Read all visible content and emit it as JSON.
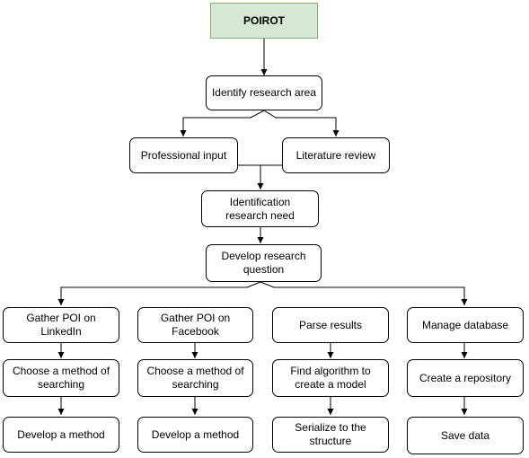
{
  "diagram": {
    "root": "POIROT",
    "identify": "Identify research area",
    "professional": "Professional input",
    "literature": "Literature review",
    "need": "Identification research need",
    "question": "Develop research question",
    "columns": [
      {
        "step1": "Gather POI on LinkedIn",
        "step2": "Choose a method of searching",
        "step3": "Develop a method"
      },
      {
        "step1": "Gather POI on Facebook",
        "step2": "Choose a method of searching",
        "step3": "Develop a method"
      },
      {
        "step1": "Parse results",
        "step2": "Find algorithm to create a model",
        "step3": "Serialize to the structure"
      },
      {
        "step1": "Manage database",
        "step2": "Create a repository",
        "step3": "Save data"
      }
    ]
  },
  "colors": {
    "root_fill": "#d5e8d4",
    "root_stroke": "#82b366",
    "line": "#000000"
  }
}
